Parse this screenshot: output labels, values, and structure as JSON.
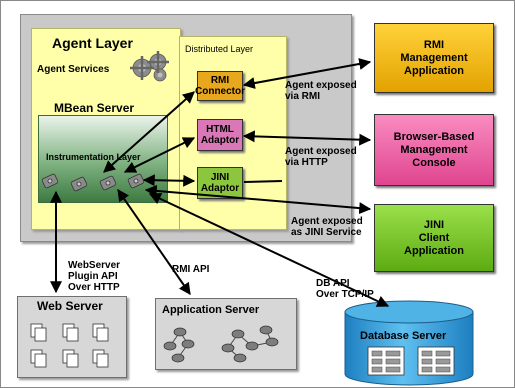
{
  "agent_layer": {
    "title": "Agent Layer",
    "agent_services": "Agent Services",
    "mbean_server": "MBean Server",
    "instrumentation_layer": "Instrumentation Layer"
  },
  "distributed_layer": {
    "title": "Distributed Layer",
    "rmi_connector": "RMI\nConnector",
    "html_adaptor": "HTML\nAdaptor",
    "jini_adaptor": "JINI\nAdaptor"
  },
  "clients": {
    "rmi_app": "RMI\nManagement\nApplication",
    "browser_console": "Browser-Based\nManagement\nConsole",
    "jini_app": "JINI\nClient\nApplication"
  },
  "edge_labels": {
    "via_rmi": "Agent exposed\nvia RMI",
    "via_http": "Agent exposed\nvia HTTP",
    "jini_service": "Agent exposed\nas JINI Service",
    "webserver_api": "WebServer\nPlugin API\nOver HTTP",
    "rmi_api": "RMI API",
    "db_api": "DB API\nOver TCP/IP"
  },
  "servers": {
    "web_server": "Web Server",
    "application_server": "Application Server",
    "database_server": "Database Server"
  },
  "colors": {
    "rmi_app": "#f2b400",
    "browser_console": "#f05fa0",
    "jini_app": "#74c520",
    "rmi_connector": "#e7a81d",
    "html_adaptor": "#d977b7",
    "jini_adaptor": "#8cc63f",
    "database": "#3ea4dd"
  }
}
